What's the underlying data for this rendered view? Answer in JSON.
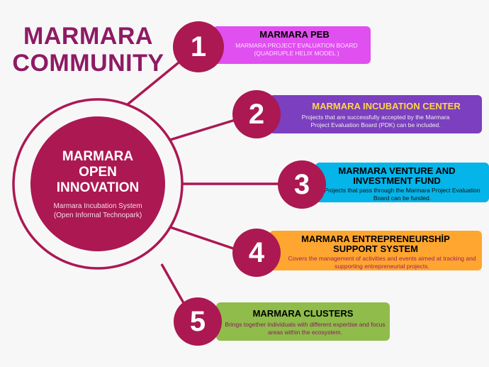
{
  "title": [
    "MARMARA",
    "COMMUNITY"
  ],
  "center": {
    "heading_lines": [
      "MARMARA",
      "OPEN",
      "INNOVATION"
    ],
    "subtitle_lines": [
      "Marmara Incubation System",
      "(Open Informal Technopark)"
    ]
  },
  "colors": {
    "accent": "#ab1852",
    "title": "#8e1a64",
    "background": "#f7f7f7"
  },
  "items": [
    {
      "number": "1",
      "title": "MARMARA PEB",
      "desc": "MARMARA PROJECT EVALUATION BOARD (QUADRUPLE HELIX MODEL )",
      "color": "#e04ff0"
    },
    {
      "number": "2",
      "title": "MARMARA INCUBATION CENTER",
      "desc": "Projects that are successfully accepted by the Marmara Project Evaluation Board (PDK) can be included.",
      "color": "#7b3fbf"
    },
    {
      "number": "3",
      "title": "MARMARA VENTURE AND INVESTMENT FUND",
      "desc": "Projects that pass through the Marmara Project Evaluation Board can be funded.",
      "color": "#05b4e8"
    },
    {
      "number": "4",
      "title": "MARMARA ENTREPRENEURSHİP SUPPORT SYSTEM",
      "desc": "Covers the management of activities and events aimed at tracking and supporting entrepreneurial projects.",
      "color": "#ffa630"
    },
    {
      "number": "5",
      "title": "MARMARA CLUSTERS",
      "desc": "Brings together individuals with different expertise and focus areas within the ecosystem.",
      "color": "#8fbc4a"
    }
  ]
}
